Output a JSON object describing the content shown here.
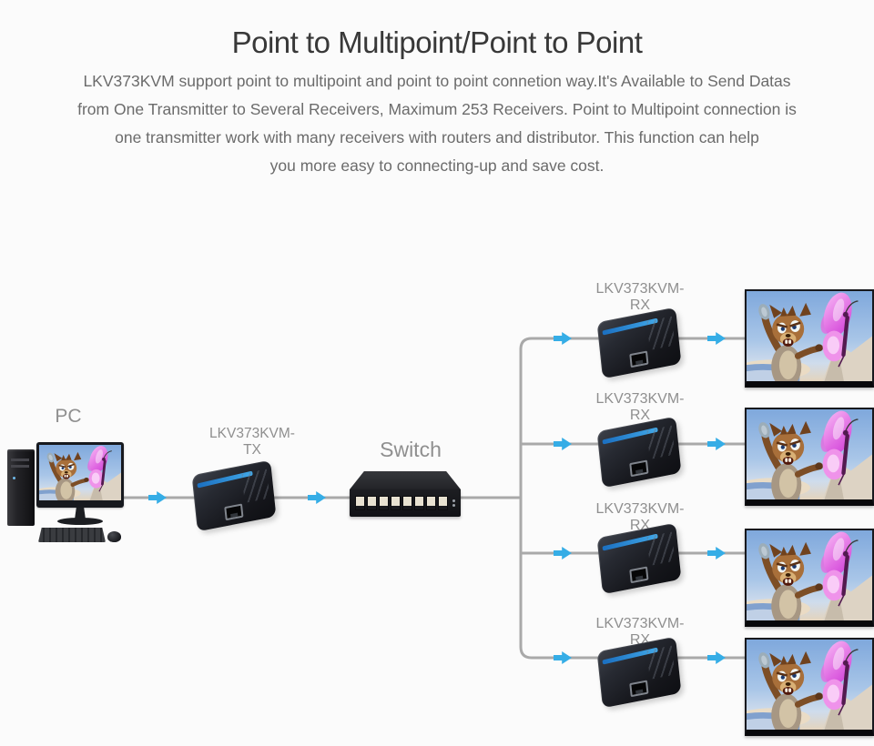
{
  "page": {
    "title": "Point to Multipoint/Point to Point",
    "body_lines": [
      "LKV373KVM support point to multipoint and point to point  connetion way.It's Available to Send Datas",
      "from One Transmitter to Several Receivers, Maximum 253 Receivers. Point to Multipoint connection is",
      "one transmitter work with many receivers with routers  and distributor. This function can help",
      "you more easy to connecting-up and save cost."
    ]
  },
  "diagram": {
    "nodes": {
      "pc": {
        "label": "PC"
      },
      "transmitter": {
        "label": "LKV373KVM-TX"
      },
      "switch": {
        "label": "Switch"
      },
      "receiver": {
        "label": "LKV373KVM-RX",
        "count": 4
      }
    },
    "colors": {
      "arrow_blue": "#35ade6",
      "cable_gray": "#a9a9a9",
      "device_stripe_blue": "#2f8fd8",
      "label_gray": "#8f8f8f",
      "title_color": "#383838",
      "body_text_color": "#6b6b6b"
    }
  }
}
